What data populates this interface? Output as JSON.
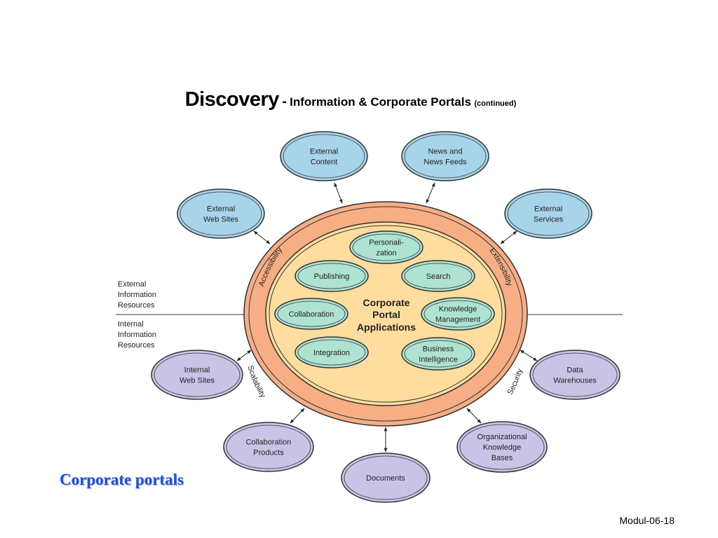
{
  "title": {
    "main": "Discovery",
    "dash": "-",
    "sub": "Information & Corporate Portals",
    "continued": "(continued)"
  },
  "hub": {
    "label_lines": [
      "Corporate",
      "Portal",
      "Applications"
    ],
    "ring_labels": [
      "Accessibility",
      "Extensibility",
      "Scalability",
      "Security"
    ]
  },
  "inner_nodes": [
    {
      "id": "personalization",
      "lines": [
        "Personali-",
        "zation"
      ]
    },
    {
      "id": "publishing",
      "lines": [
        "Publishing"
      ]
    },
    {
      "id": "search",
      "lines": [
        "Search"
      ]
    },
    {
      "id": "collaboration",
      "lines": [
        "Collaboration"
      ]
    },
    {
      "id": "knowledge-management",
      "lines": [
        "Knowledge",
        "Management"
      ]
    },
    {
      "id": "integration",
      "lines": [
        "Integration"
      ]
    },
    {
      "id": "business-intelligence",
      "lines": [
        "Business",
        "Intelligence"
      ]
    }
  ],
  "external_nodes": [
    {
      "id": "external-content",
      "lines": [
        "External",
        "Content"
      ]
    },
    {
      "id": "news-and-news-feeds",
      "lines": [
        "News and",
        "News Feeds"
      ]
    },
    {
      "id": "external-web-sites",
      "lines": [
        "External",
        "Web Sites"
      ]
    },
    {
      "id": "external-services",
      "lines": [
        "External",
        "Services"
      ]
    }
  ],
  "internal_nodes": [
    {
      "id": "internal-web-sites",
      "lines": [
        "Internal",
        "Web Sites"
      ]
    },
    {
      "id": "data-warehouses",
      "lines": [
        "Data",
        "Warehouses"
      ]
    },
    {
      "id": "collaboration-products",
      "lines": [
        "Collaboration",
        "Products"
      ]
    },
    {
      "id": "organizational-knowledge-bases",
      "lines": [
        "Organizational",
        "Knowledge",
        "Bases"
      ]
    },
    {
      "id": "documents",
      "lines": [
        "Documents"
      ]
    }
  ],
  "divider": {
    "upper_label": [
      "External",
      "Information",
      "Resources"
    ],
    "lower_label": [
      "Internal",
      "Information",
      "Resources"
    ]
  },
  "caption": "Corporate portals",
  "footer": "Modul-06-18",
  "colors": {
    "external_fill": "#a8d4ea",
    "internal_fill": "#c9c3e6",
    "inner_fill": "#aee2d2",
    "hub_fill": "#fedd9e",
    "ring_fill": "#f7ae84",
    "caption": "#1f4fd8"
  }
}
